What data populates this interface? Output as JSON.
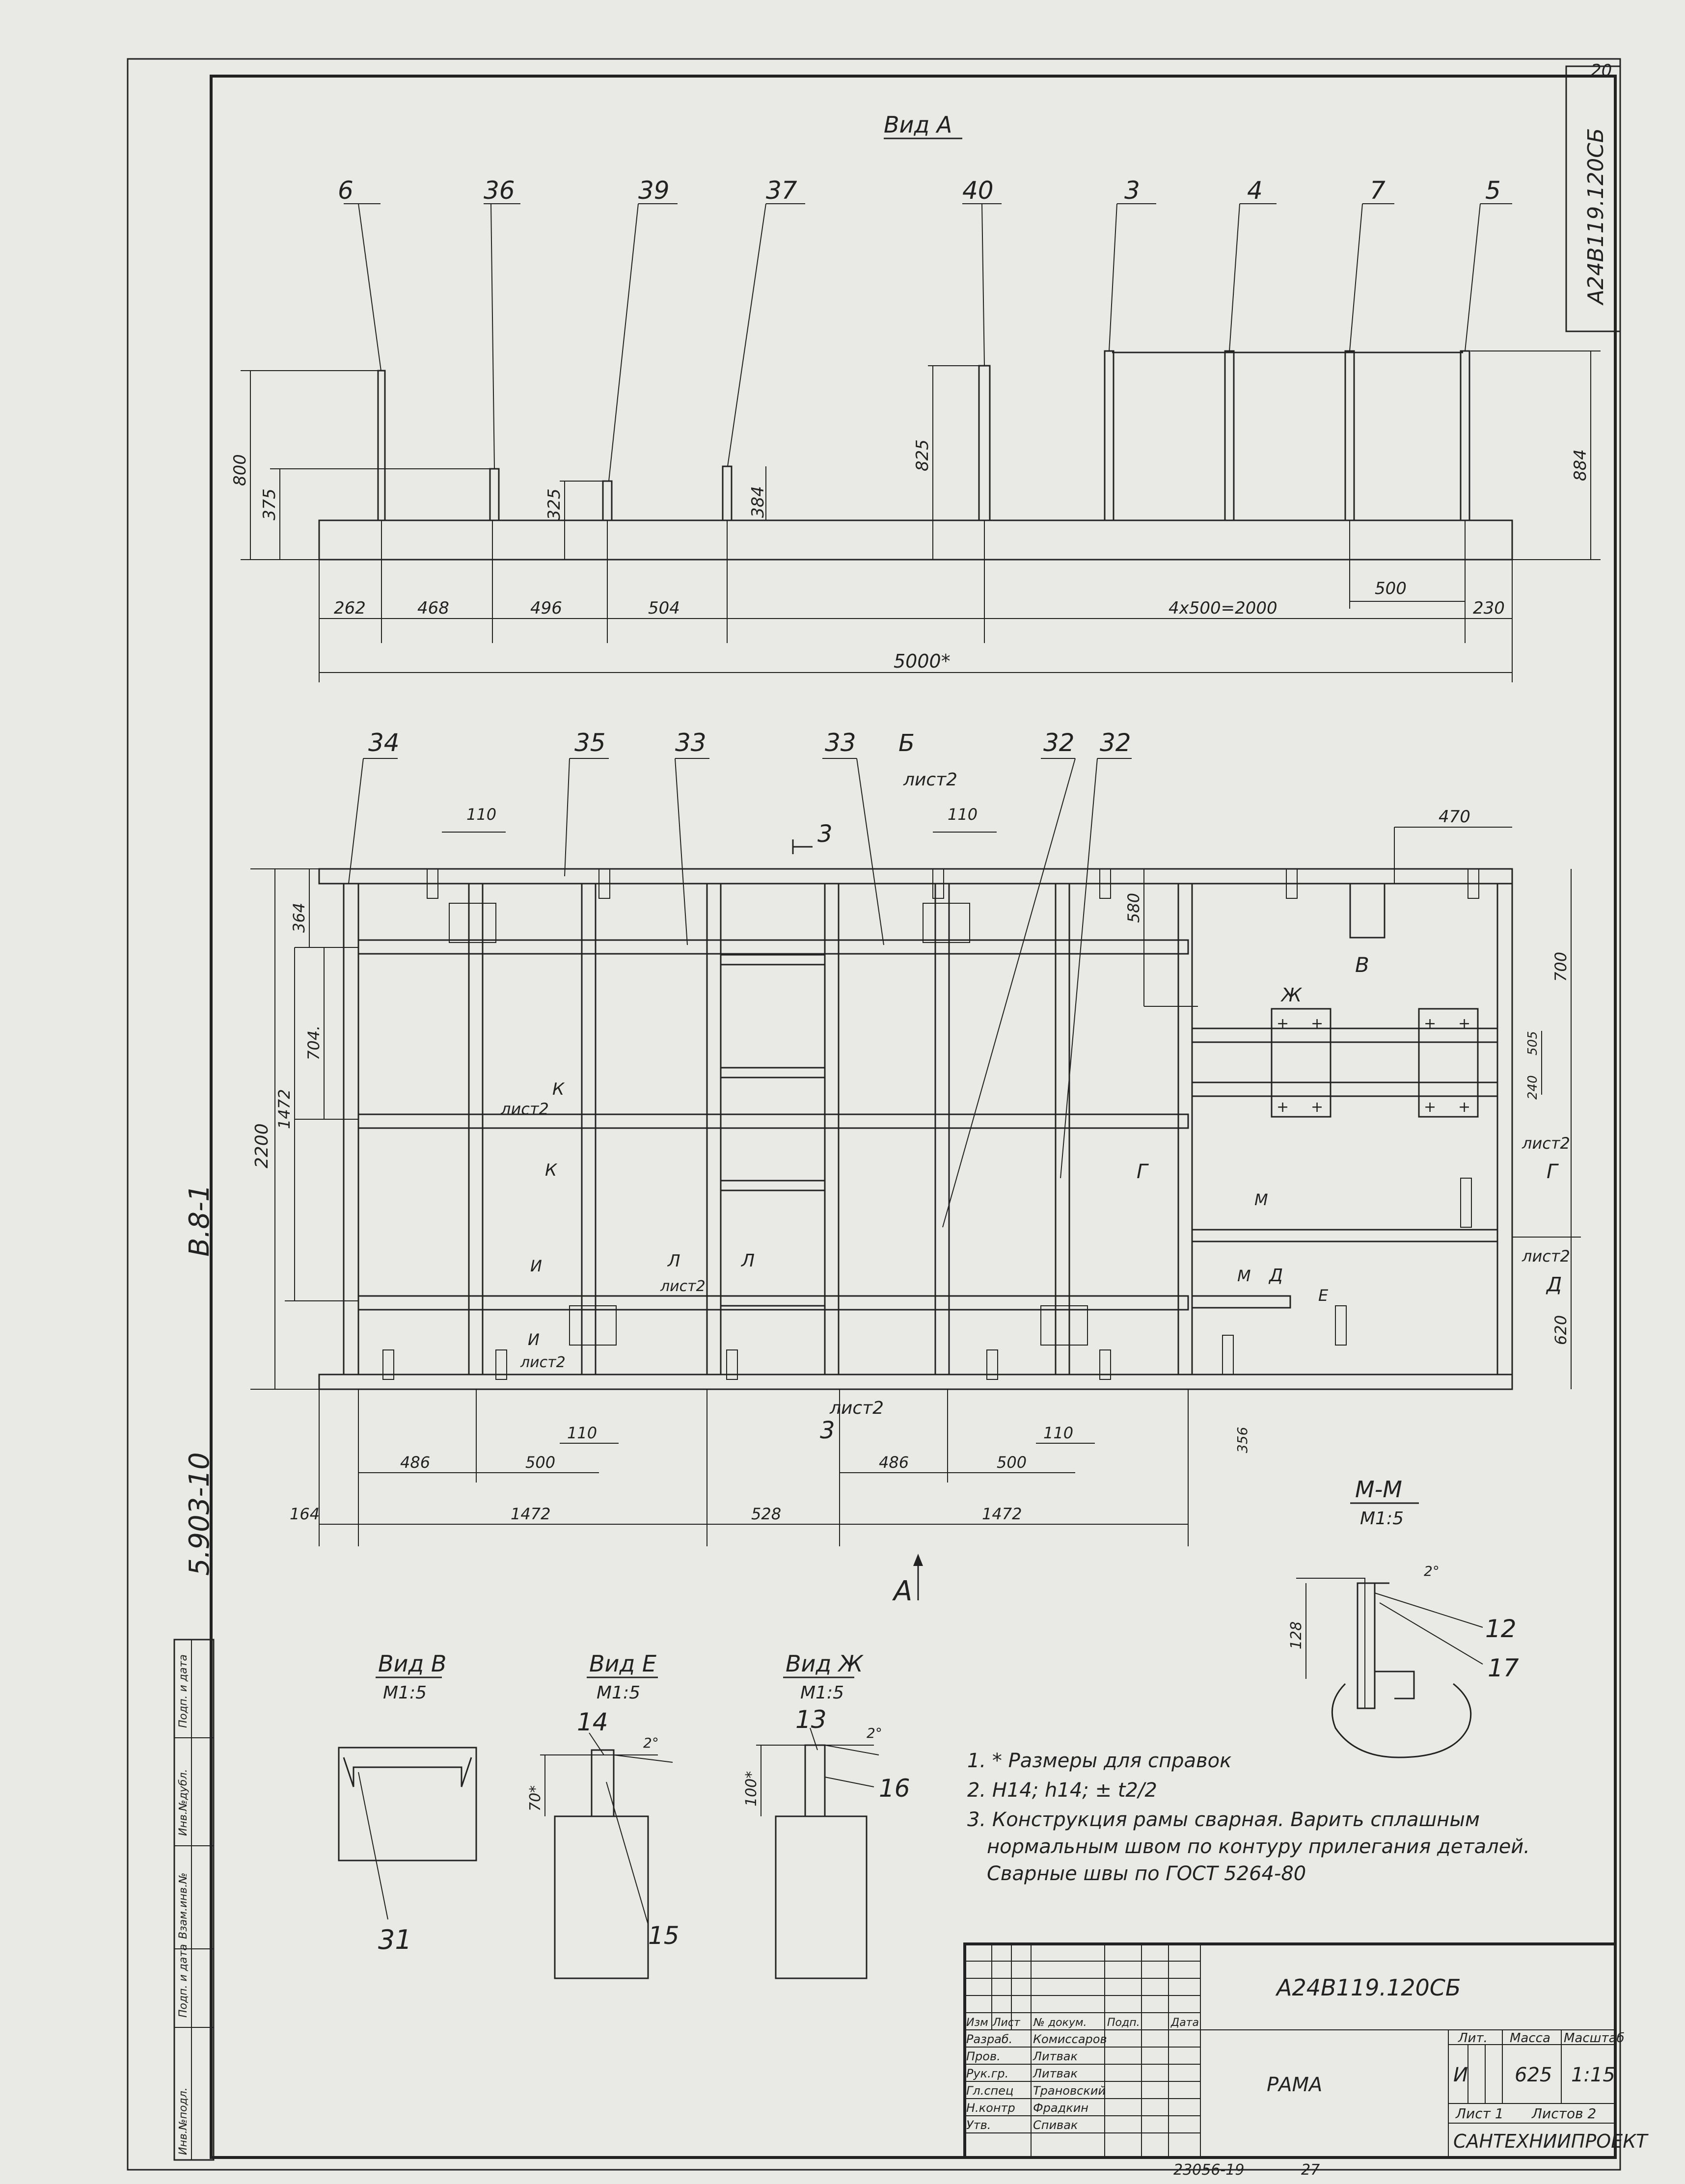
{
  "sheet": {
    "number": "20",
    "code_rotated": "А24В119.120СБ",
    "series_rotated": "5.903-10",
    "issue_rotated": "В.8-1"
  },
  "view_a": {
    "title": "Вид А",
    "callouts": [
      "6",
      "36",
      "39",
      "37",
      "40",
      "3",
      "4",
      "7",
      "5"
    ],
    "heights": [
      "800",
      "375",
      "325",
      "384",
      "825",
      "884"
    ],
    "bottom_dims": [
      "262",
      "468",
      "496",
      "504",
      "4х500=2000",
      "230",
      "500"
    ],
    "overall": "5000*"
  },
  "plan": {
    "callouts": [
      "34",
      "35",
      "33",
      "33",
      "32",
      "32"
    ],
    "section_b": "Б",
    "section_b_sheet": "лист2",
    "section_3": "3",
    "section_3_sheet": "лист2",
    "dims_top": [
      "110",
      "110",
      "470"
    ],
    "dims_left": [
      "364",
      "704.",
      "1472",
      "2200"
    ],
    "dims_right": [
      "700",
      "505",
      "240",
      "620"
    ],
    "dim_580": "580",
    "dims_bottom_a": [
      "110",
      "486",
      "500",
      "110",
      "486",
      "500"
    ],
    "dims_bottom_b": [
      "164",
      "1472",
      "528",
      "1472"
    ],
    "dim_356": "356",
    "marks": {
      "v": "В",
      "zh": "Ж",
      "k1": "К",
      "k_sheet": "лист2",
      "k2": "К",
      "g1": "Г",
      "g2": "Г",
      "g_sheet": "лист2",
      "m": "М",
      "m2": "М",
      "d": "Д",
      "e": "Е",
      "d2": "Д",
      "d_sheet": "лист2",
      "l1": "Л",
      "l2": "Л",
      "l_sheet": "лист2",
      "i1": "И",
      "i2": "И",
      "i_sheet": "лист2"
    },
    "view_arrow": "А"
  },
  "section_mm": {
    "title": "М-М",
    "scale": "М1:5",
    "dim": "128",
    "angle": "2°",
    "callouts": [
      "12",
      "17"
    ]
  },
  "view_v": {
    "title": "Вид В",
    "scale": "М1:5",
    "callout": "31"
  },
  "view_e": {
    "title": "Вид Е",
    "scale": "М1:5",
    "callouts": [
      "14",
      "15"
    ],
    "dim": "70*",
    "angle": "2°"
  },
  "view_zh": {
    "title": "Вид Ж",
    "scale": "М1:5",
    "callouts": [
      "13",
      "16"
    ],
    "dim": "100*",
    "angle": "2°"
  },
  "notes": [
    "1. * Размеры для справок",
    "2. Н14; h14; ± t2/2",
    "3. Конструкция рамы сварная. Варить сплашным",
    "нормальным швом по контуру прилегания деталей.",
    "Сварные швы по ГОСТ 5264-80"
  ],
  "left_strip": [
    "Инв.№подл.",
    "Подп. и дата",
    "Взам.инв.№",
    "Инв.№дубл.",
    "Подп. и дата"
  ],
  "title_block": {
    "doc_code": "А24В119.120СБ",
    "name": "РАМА",
    "head": [
      "Изм",
      "Лист",
      "№ докум.",
      "Подп.",
      "Дата"
    ],
    "rows": [
      [
        "Разраб.",
        "Комиссаров"
      ],
      [
        "Пров.",
        "Литвак"
      ],
      [
        "Рук.гр.",
        "Литвак"
      ],
      [
        "Гл.спец",
        "Трановский"
      ],
      [
        "Н.контр",
        "Фрадкин"
      ],
      [
        "Утв.",
        "Спивак"
      ]
    ],
    "lit_label": "Лит.",
    "mass_label": "Масса",
    "scale_label": "Масштаб",
    "lit": "И",
    "mass": "625",
    "scale": "1:15",
    "sheet": "Лист 1",
    "sheets": "Листов 2",
    "org": "САНТЕХНИИПРОЕКТ"
  },
  "stamp": "23056-19",
  "stamp2": "27"
}
